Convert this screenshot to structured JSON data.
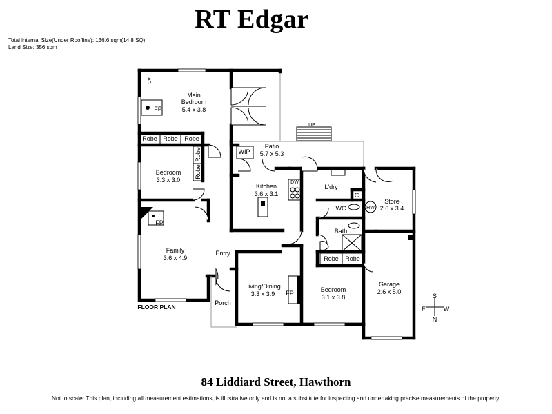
{
  "header": {
    "brand": "RT Edgar",
    "internal_size": "Total internal Size(Under Roofline): 136.6 sqm(14.8 SQ)",
    "land_size": "Land Size: 356 sqm"
  },
  "plan": {
    "floor_label": "FLOOR PLAN",
    "rooms": {
      "main_bedroom": {
        "name": "Main\nBedroom",
        "size": "5.4 x 3.8"
      },
      "bedroom_2": {
        "name": "Bedroom",
        "size": "3.3 x 3.0"
      },
      "family": {
        "name": "Family",
        "size": "3.6 x 4.9"
      },
      "patio": {
        "name": "Patio",
        "size": "5.7 x 5.3"
      },
      "kitchen": {
        "name": "Kitchen",
        "size": "3.6 x 3.1"
      },
      "living": {
        "name": "Living/Dining",
        "size": "3.3 x 3.9"
      },
      "bedroom_3": {
        "name": "Bedroom",
        "size": "3.1 x 3.8"
      },
      "store": {
        "name": "Store",
        "size": "2.6 x 3.4"
      },
      "garage": {
        "name": "Garage",
        "size": "2.6 x 5.0"
      }
    },
    "labels": {
      "robe": "Robe",
      "fp": "FP",
      "ac": "AC",
      "wip": "WIP",
      "dw": "DW",
      "ldry": "L'dry",
      "wc": "WC",
      "hw": "HW",
      "c": "C",
      "bath": "Bath",
      "entry": "Entry",
      "porch": "Porch",
      "up": "UP"
    },
    "compass": {
      "s": "S",
      "e": "E",
      "w": "W",
      "n": "N"
    }
  },
  "footer": {
    "address": "84 Liddiard Street, Hawthorn",
    "disclaimer": "Not to scale: This plan, including all measurement estimations, is illustrative only and is not a substitute for inspecting and  undertaking precise measurements of the property."
  }
}
